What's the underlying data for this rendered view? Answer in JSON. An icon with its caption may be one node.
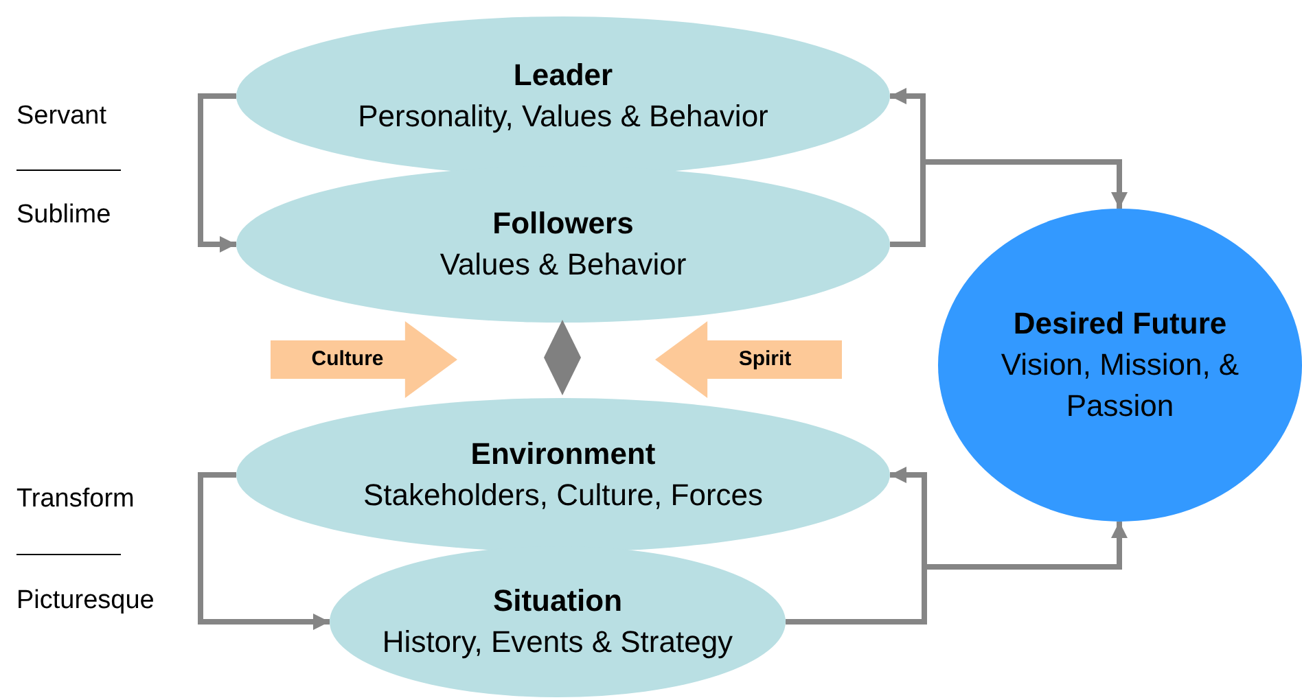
{
  "diagram": {
    "nodes": [
      {
        "text": [
          "Leader",
          "Personality, Values & Behavior"
        ]
      },
      {
        "text": [
          "Followers",
          "Values & Behavior"
        ]
      },
      {
        "text": [
          "Culture"
        ]
      },
      {
        "text": [],
        "shape": "diamond"
      },
      {
        "text": [
          "Spirit"
        ]
      },
      {
        "text": [
          "Desired Future",
          "Vision, Mission, & Passion"
        ]
      },
      {
        "text": [
          "Environment",
          "Stakeholders, Culture, Forces"
        ]
      },
      {
        "text": [
          "Situation",
          "History, Events & Strategy"
        ]
      }
    ],
    "edges": [
      {
        "from": 0,
        "to": 1,
        "arrow": "to"
      },
      {
        "from": 1,
        "to": 0,
        "arrow": "to"
      },
      {
        "from": 1,
        "to": 5,
        "arrow": "to"
      },
      {
        "from": 6,
        "to": 7,
        "arrow": "to"
      },
      {
        "from": 7,
        "to": 6,
        "arrow": "to"
      },
      {
        "from": 7,
        "to": 5,
        "arrow": "to"
      }
    ],
    "labels": [
      "Servant",
      "Sublime",
      "Transform",
      "Picturesque"
    ]
  }
}
